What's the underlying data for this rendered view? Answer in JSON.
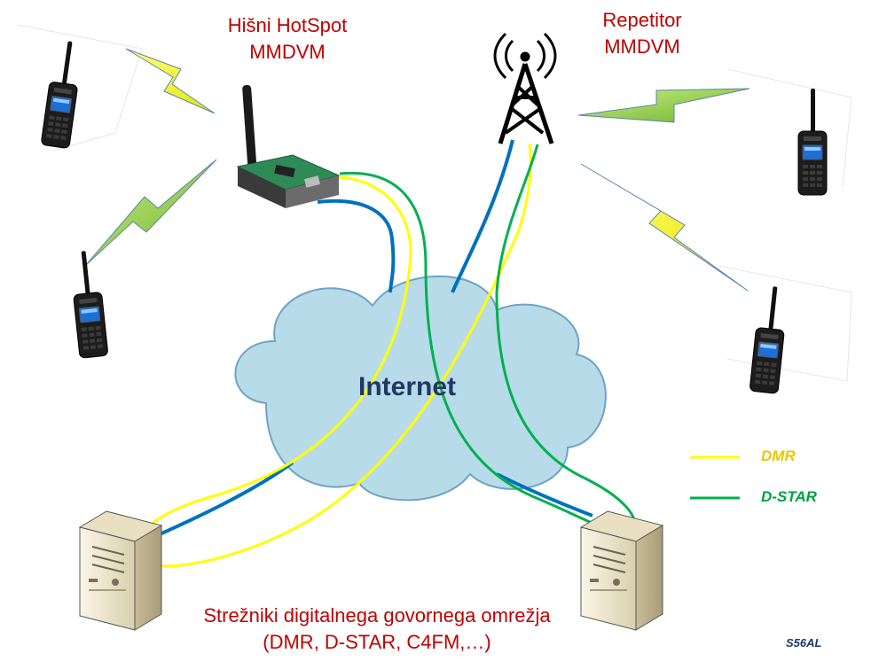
{
  "labels": {
    "hotspot_line1": "Hišni HotSpot",
    "hotspot_line2": "MMDVM",
    "repeater_line1": "Repetitor",
    "repeater_line2": "MMDVM",
    "cloud": "Internet",
    "servers_line1": "Strežniki digitalnega govornega omrežja",
    "servers_line2": "(DMR, D-STAR, C4FM,…)",
    "signature": "S56AL"
  },
  "legend": [
    {
      "label": "DMR",
      "color": "#ffff00",
      "text_color": "#e8c800"
    },
    {
      "label": "D-STAR",
      "color": "#00b050",
      "text_color": "#00a040"
    }
  ],
  "colors": {
    "label_red": "#c00000",
    "link_blue": "#0070c0",
    "cloud_fill": "#b7dbe8",
    "cloud_stroke": "#6fa3c7",
    "lightning_fill": "#f5f53a",
    "lightning_green": "#92d050",
    "server_fill": "#f3ead0"
  }
}
